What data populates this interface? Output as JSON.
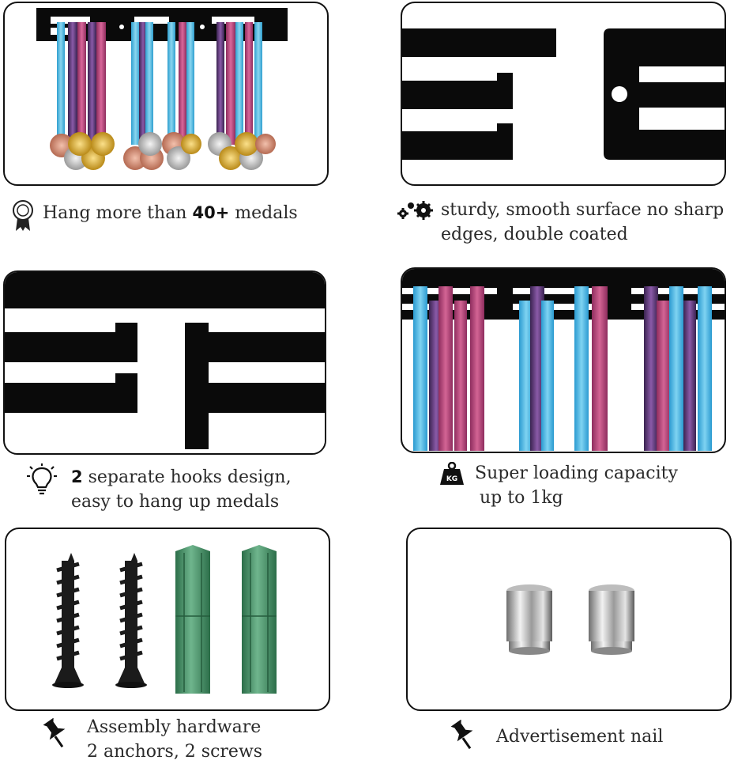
{
  "captions": {
    "medals": {
      "prefix": "Hang more than ",
      "bold": "40+",
      "suffix": " medals"
    },
    "surface": {
      "line1": "sturdy, smooth surface no sharp",
      "line2": "edges, double coated"
    },
    "hooks": {
      "bold": "2",
      "line1_rest": " separate hooks design,",
      "line2": "easy to hang up medals"
    },
    "capacity": {
      "line1": "Super loading capacity",
      "line2": "up to 1kg",
      "icon_text": "KG"
    },
    "hardware": {
      "line1": "Assembly hardware",
      "line2": "2 anchors, 2 screws"
    },
    "nail": {
      "line1": "Advertisement nail"
    }
  },
  "colors": {
    "rack": "#0a0a0a",
    "ribbon_blue": "#4ab8e0",
    "ribbon_pink": "#b2457a",
    "ribbon_purple": "#5b3a78",
    "gold": "#d8a72c",
    "silver": "#c9c9c9",
    "bronze": "#d38f79",
    "anchor_green": "#3f8a5f",
    "screw_black": "#1b1b1b"
  },
  "icons": [
    "medal-ribbon-icon",
    "gears-icon",
    "lightbulb-icon",
    "weight-kg-icon",
    "pushpin-icon",
    "pushpin-icon"
  ]
}
